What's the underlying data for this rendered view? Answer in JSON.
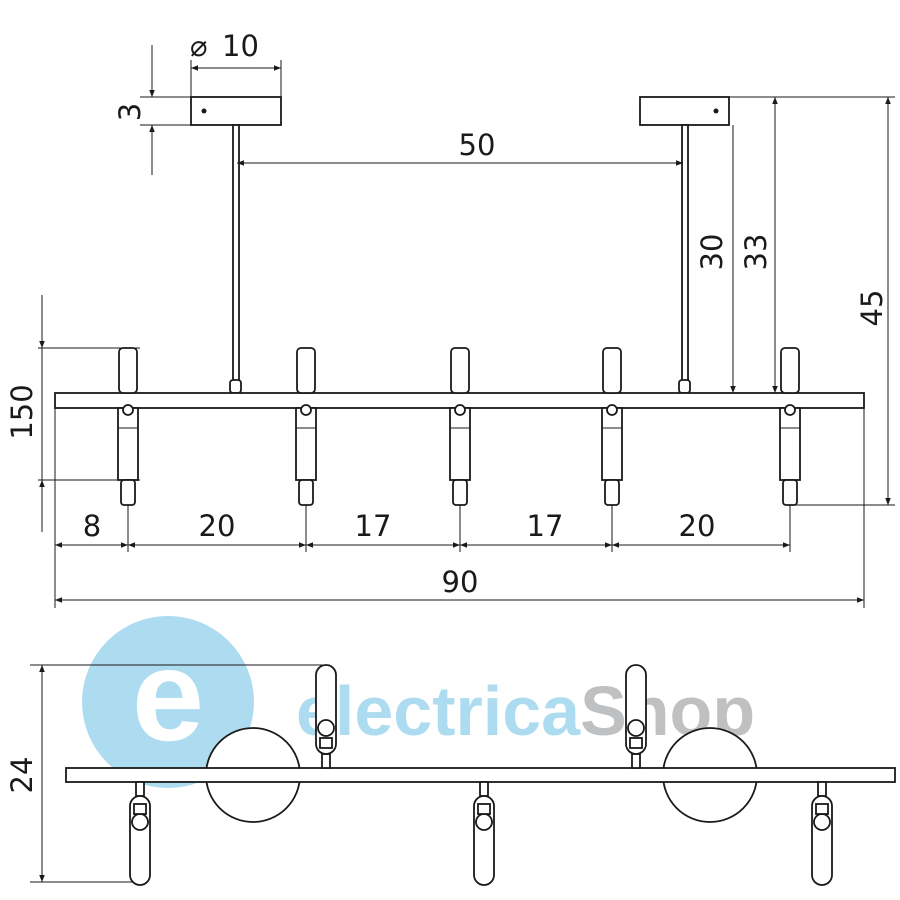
{
  "watermark": {
    "part1": "electrica",
    "part2": "Shop",
    "color_blue": "#9fd6ef",
    "color_grey": "#b4b6b8"
  },
  "dimensions": {
    "diameter_symbol": "⌀",
    "plate_diameter": "10",
    "plate_height": "3",
    "rod_spacing": "50",
    "rod_height": "30",
    "rod_total": "33",
    "total_height": "45",
    "spot_length": "150",
    "spacing": [
      "8",
      "20",
      "17",
      "17",
      "20"
    ],
    "total_width": "90",
    "bottom_view_depth": "24"
  }
}
